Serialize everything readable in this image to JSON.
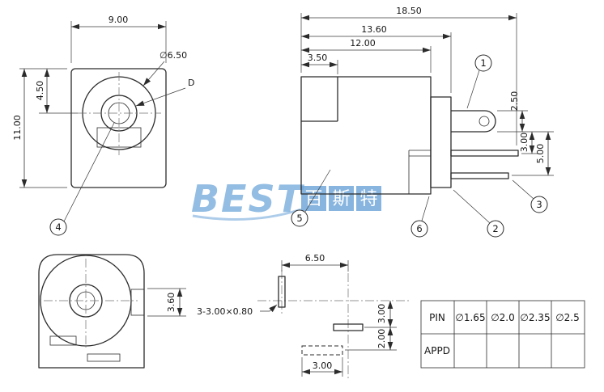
{
  "front_view": {
    "dim_width": "9.00",
    "dim_height": "11.00",
    "dim_center_offset": "4.50",
    "label_outer_diameter": "∅6.50",
    "label_d": "D",
    "callout_4": "4"
  },
  "side_view": {
    "dim_total_length": "18.50",
    "dim_length_to_flange": "13.60",
    "dim_body_length": "12.00",
    "dim_step": "3.50",
    "dim_lug_height": "2.50",
    "dim_pin_spacing_1": "3.00",
    "dim_pin_spacing_2": "5.00",
    "callout_1": "1",
    "callout_2": "2",
    "callout_3": "3",
    "callout_5": "5",
    "callout_6": "6"
  },
  "bottom_view": {
    "dim_notch": "3.60"
  },
  "pin_layout_view": {
    "dim_pin_span": "6.50",
    "note_pins": "3-3.00×0.80",
    "dim_offset_1": "3.00",
    "dim_offset_2": "2.00",
    "dim_slot_width": "3.00"
  },
  "pin_table": {
    "row_pin_label": "PIN",
    "row_appd_label": "APPD",
    "pin_sizes": [
      "∅1.65",
      "∅2.0",
      "∅2.35",
      "∅2.5"
    ]
  },
  "watermark": {
    "brand": "BEST",
    "cn": [
      "百",
      "斯",
      "特"
    ],
    "color": "#6aa3d8"
  }
}
